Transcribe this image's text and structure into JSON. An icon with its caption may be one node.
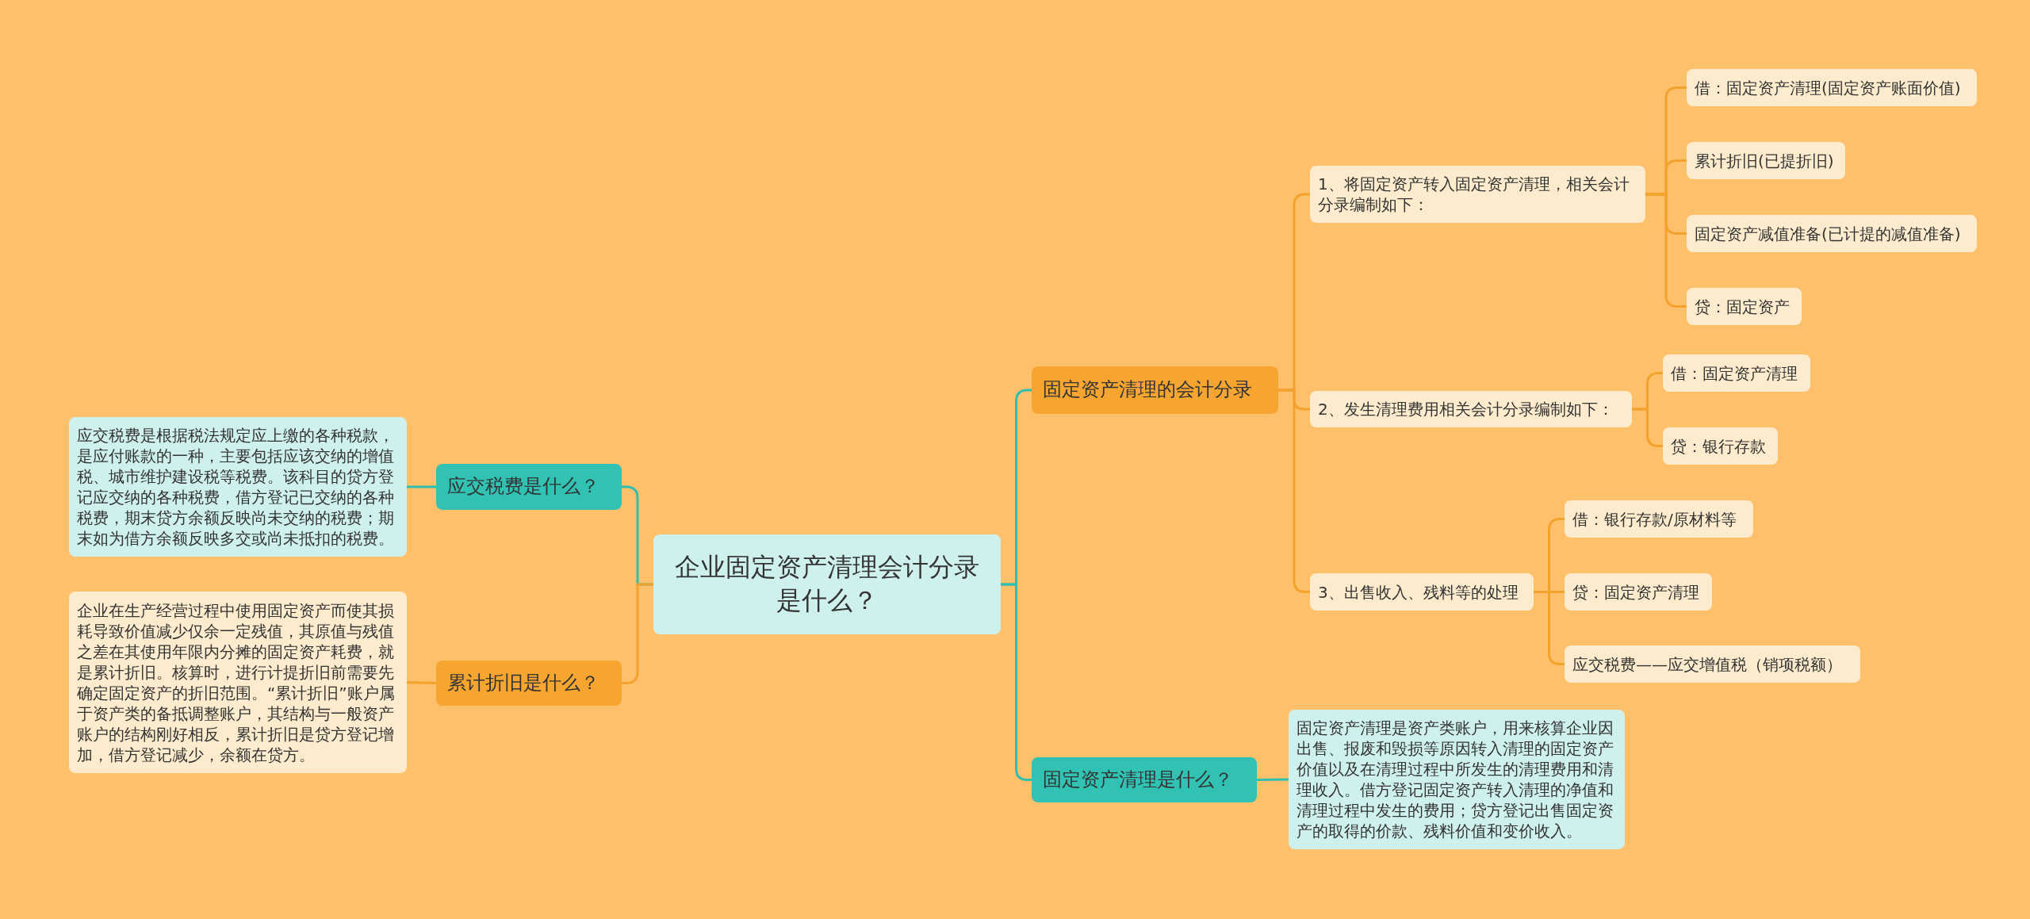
{
  "diagram": {
    "nodes": [
      {
        "text": [
          "企业固定资产清理会计分录是什么？"
        ]
      },
      {
        "text": [
          "固定资产清理的会计分录"
        ]
      },
      {
        "text": [
          "1、将固定资产转入固定资产清理，相关会计分录编制如下："
        ]
      },
      {
        "text": [
          "借：固定资产清理(固定资产账面价值)"
        ]
      },
      {
        "text": [
          "累计折旧(已提折旧)"
        ]
      },
      {
        "text": [
          "固定资产减值准备(已计提的减值准备)"
        ]
      },
      {
        "text": [
          "贷：固定资产"
        ]
      },
      {
        "text": [
          "2、发生清理费用相关会计分录编制如下："
        ]
      },
      {
        "text": [
          "借：固定资产清理"
        ]
      },
      {
        "text": [
          "贷：银行存款"
        ]
      },
      {
        "text": [
          "3、出售收入、残料等的处理"
        ]
      },
      {
        "text": [
          "借：银行存款/原材料等"
        ]
      },
      {
        "text": [
          "贷：固定资产清理"
        ]
      },
      {
        "text": [
          "应交税费——应交增值税（销项税额）"
        ]
      },
      {
        "text": [
          "固定资产清理是什么？"
        ]
      },
      {
        "text": [
          "固定资产清理是资产类账户，用来核算企业因出售、报废和毁损等原因转入清理的固定资产价值以及在清理过程中所发生的清理费用和清理收入。借方登记固定资产转入清理的净值和清理过程中发生的费用；贷方登记出售固定资产的取得的价款、残料价值和变价收入。"
        ]
      },
      {
        "text": [
          "应交税费是什么？"
        ]
      },
      {
        "text": [
          "应交税费是根据税法规定应上缴的各种税款，是应付账款的一种，主要包括应该交纳的增值税、城市维护建设税等税费。该科目的贷方登记应交纳的各种税费，借方登记已交纳的各种税费，期末贷方余额反映尚未交纳的税费；期末如为借方余额反映多交或尚未抵扣的税费。"
        ]
      },
      {
        "text": [
          "累计折旧是什么？"
        ]
      },
      {
        "text": [
          "企业在生产经营过程中使用固定资产而使其损耗导致价值减少仅余一定残值，其原值与残值之差在其使用年限内分摊的固定资产耗费，就是累计折旧。核算时，进行计提折旧前需要先确定固定资产的折旧范围。“累计折旧”账户属于资产类的备抵调整账户，其结构与一般资产账户的结构刚好相反，累计折旧是贷方登记增加，借方登记减少，余额在贷方。"
        ]
      }
    ],
    "edges": [
      {
        "from": 0,
        "to": 1,
        "arrow": "none",
        "color": "#2fbfb0"
      },
      {
        "from": 1,
        "to": 2,
        "arrow": "none"
      },
      {
        "from": 2,
        "to": 3,
        "arrow": "none"
      },
      {
        "from": 2,
        "to": 4,
        "arrow": "none"
      },
      {
        "from": 2,
        "to": 5,
        "arrow": "none"
      },
      {
        "from": 2,
        "to": 6,
        "arrow": "none"
      },
      {
        "from": 1,
        "to": 7,
        "arrow": "none"
      },
      {
        "from": 7,
        "to": 8,
        "arrow": "none"
      },
      {
        "from": 7,
        "to": 9,
        "arrow": "none"
      },
      {
        "from": 1,
        "to": 10,
        "arrow": "none"
      },
      {
        "from": 10,
        "to": 11,
        "arrow": "none"
      },
      {
        "from": 10,
        "to": 12,
        "arrow": "none"
      },
      {
        "from": 10,
        "to": 13,
        "arrow": "none"
      },
      {
        "from": 0,
        "to": 14,
        "arrow": "none",
        "color": "#2fbfb0"
      },
      {
        "from": 14,
        "to": 15,
        "arrow": "none",
        "color": "#2fbfb0"
      },
      {
        "from": 0,
        "to": 16,
        "arrow": "none",
        "color": "#2fbfb0"
      },
      {
        "from": 16,
        "to": 17,
        "arrow": "none",
        "color": "#2fbfb0"
      },
      {
        "from": 0,
        "to": 18,
        "arrow": "none"
      },
      {
        "from": 18,
        "to": 19,
        "arrow": "none"
      }
    ]
  }
}
